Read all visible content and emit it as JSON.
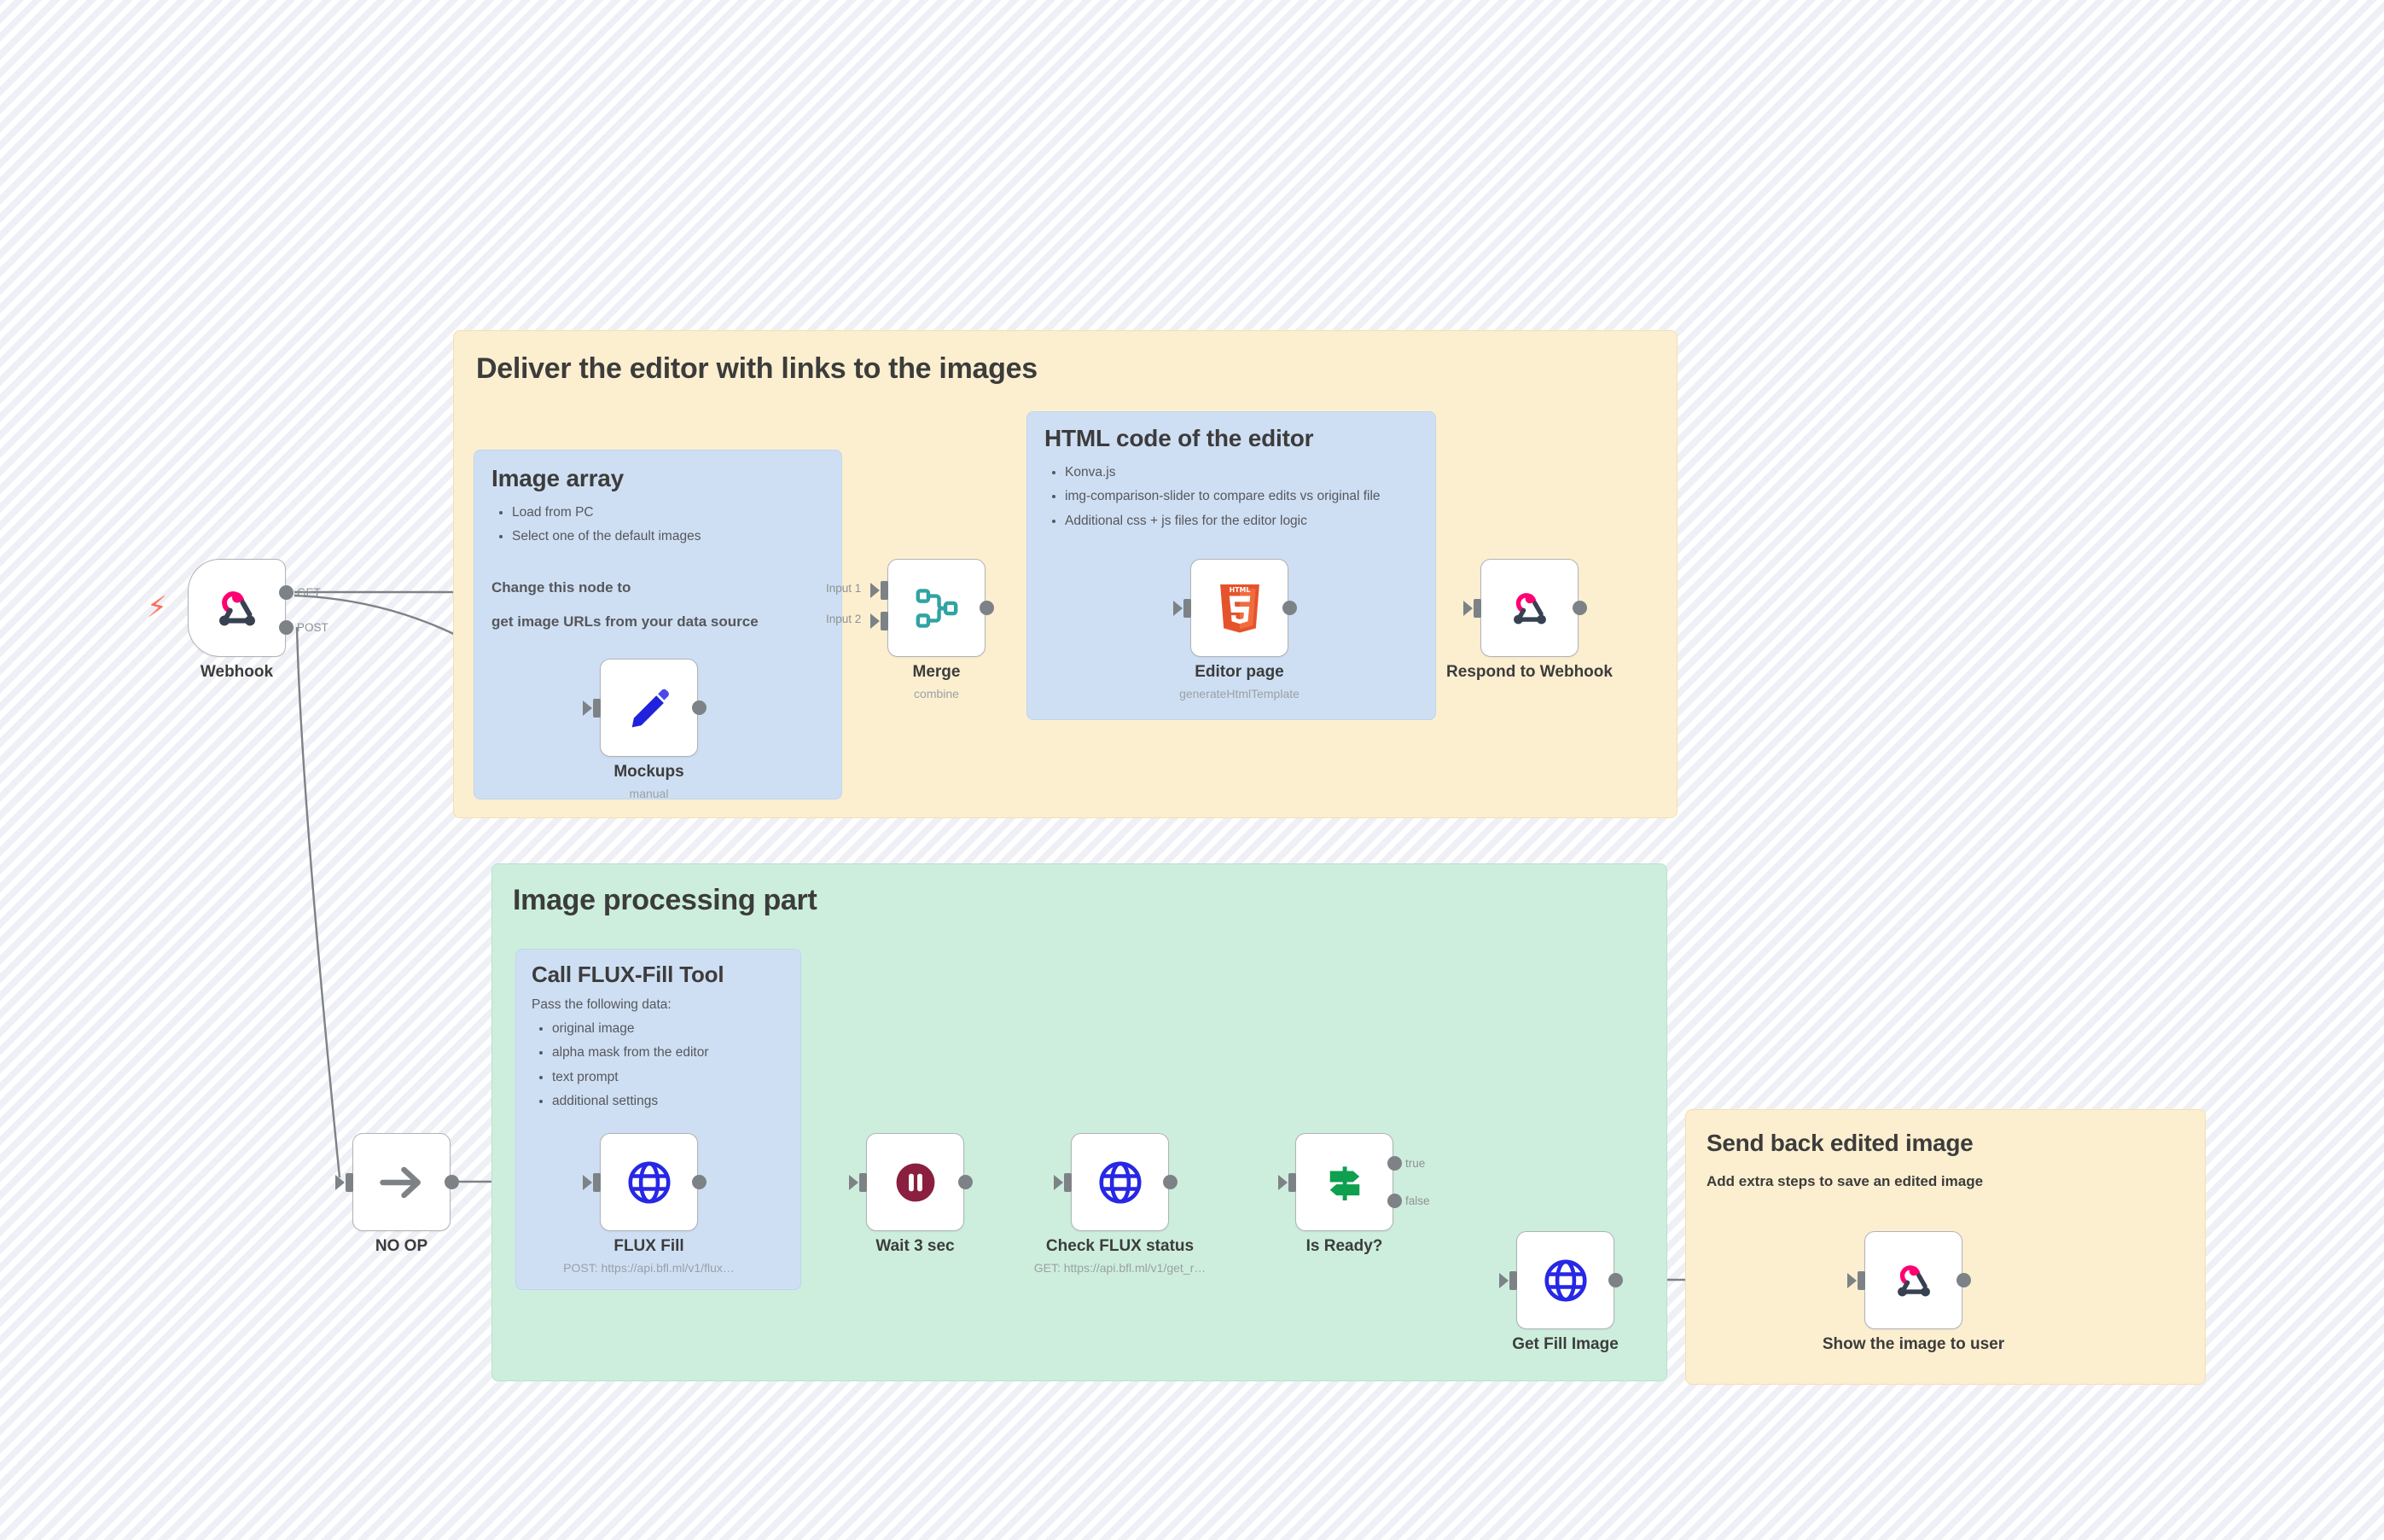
{
  "canvas": {
    "bolt_icon": "lightning-bolt"
  },
  "stickies": {
    "deliver": {
      "title": "Deliver the editor with links to the images"
    },
    "image_array": {
      "title": "Image array",
      "bullets": [
        "Load from PC",
        "Select one of the default images"
      ],
      "note_line1": "Change this node to",
      "note_line2": "get image URLs from your data source"
    },
    "html_editor": {
      "title": "HTML code of the editor",
      "bullets": [
        "Konva.js",
        "img-comparison-slider to compare edits vs original file",
        "Additional css + js files for the editor logic"
      ]
    },
    "image_processing": {
      "title": "Image processing part"
    },
    "flux_tool": {
      "title": "Call FLUX-Fill Tool",
      "lead": "Pass the following data:",
      "bullets": [
        "original image",
        "alpha mask from the editor",
        "text prompt",
        "additional settings"
      ]
    },
    "send_back": {
      "title": "Send back edited image",
      "subtitle": "Add extra steps to save an edited image"
    }
  },
  "nodes": {
    "webhook": {
      "label": "Webhook",
      "subtitle": "",
      "icon": "webhook-icon"
    },
    "mockups": {
      "label": "Mockups",
      "subtitle": "manual",
      "icon": "edit-pencil-icon"
    },
    "merge": {
      "label": "Merge",
      "subtitle": "combine",
      "icon": "merge-icon"
    },
    "editor": {
      "label": "Editor page",
      "subtitle": "generateHtmlTemplate",
      "icon": "html5-icon"
    },
    "respond": {
      "label": "Respond to Webhook",
      "subtitle": "",
      "icon": "webhook-icon"
    },
    "noop": {
      "label": "NO OP",
      "subtitle": "",
      "icon": "arrow-right-icon"
    },
    "fluxfill": {
      "label": "FLUX Fill",
      "subtitle": "POST: https://api.bfl.ml/v1/flux…",
      "icon": "globe-icon"
    },
    "wait": {
      "label": "Wait 3 sec",
      "subtitle": "",
      "icon": "pause-icon"
    },
    "checkflux": {
      "label": "Check FLUX status",
      "subtitle": "GET: https://api.bfl.ml/v1/get_r…",
      "icon": "globe-icon"
    },
    "isready": {
      "label": "Is Ready?",
      "subtitle": "",
      "icon": "signpost-icon"
    },
    "getfill": {
      "label": "Get Fill Image",
      "subtitle": "",
      "icon": "globe-icon"
    },
    "showuser": {
      "label": "Show the image to user",
      "subtitle": "",
      "icon": "webhook-icon"
    }
  },
  "ports": {
    "webhook_get": "GET",
    "webhook_post": "POST",
    "merge_input1": "Input 1",
    "merge_input2": "Input 2",
    "isready_true": "true",
    "isready_false": "false"
  },
  "colors": {
    "sticky_yellow": "#fcefd0",
    "sticky_green": "#cdeedd",
    "sticky_blue": "#cfdff3",
    "connector": "#7d8287",
    "accent_webhook": "#ff0073",
    "accent_merge": "#31a3a3",
    "accent_globe": "#2727e6",
    "accent_pause": "#8b1f3f",
    "accent_signpost": "#0e9f4f",
    "accent_pencil": "#2222dd",
    "accent_html5": "#e5532d",
    "bolt": "#ff6d5a"
  }
}
